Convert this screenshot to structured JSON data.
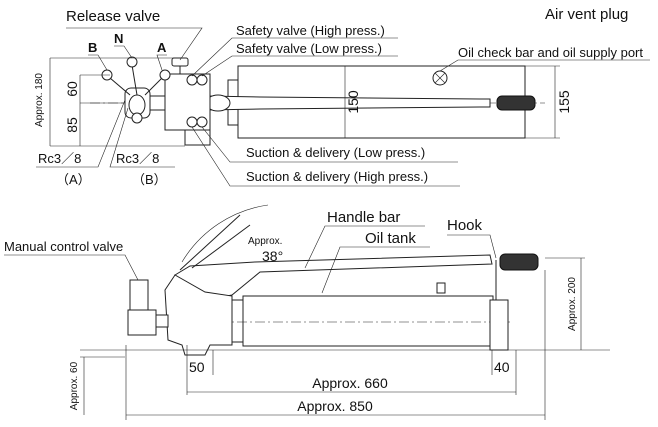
{
  "top_view": {
    "labels": {
      "release_valve": "Release valve",
      "n": "N",
      "a": "A",
      "b": "B",
      "safety_high": "Safety valve (High press.)",
      "safety_low": "Safety valve (Low press.)",
      "air_vent": "Air vent plug",
      "oil_check": "Oil check bar and oil supply port",
      "suction_low": "Suction & delivery (Low press.)",
      "suction_high": "Suction & delivery (High press.)",
      "port_a": "Rc3／8",
      "port_a_id": "（A）",
      "port_b": "Rc3／8",
      "port_b_id": "（B）"
    },
    "dimensions": {
      "overall_height": "Approx. 180",
      "upper": "60",
      "lower": "85",
      "tank_width": "150",
      "total_width": "155"
    }
  },
  "side_view": {
    "labels": {
      "manual_control_valve": "Manual control valve",
      "handle_bar": "Handle bar",
      "oil_tank": "Oil tank",
      "hook": "Hook",
      "angle": "Approx.",
      "angle_value": "38°"
    },
    "dimensions": {
      "height": "Approx. 200",
      "base_height": "Approx. 60",
      "front_foot": "50",
      "rear_foot": "40",
      "foot_span": "Approx. 660",
      "overall_length": "Approx. 850"
    }
  }
}
